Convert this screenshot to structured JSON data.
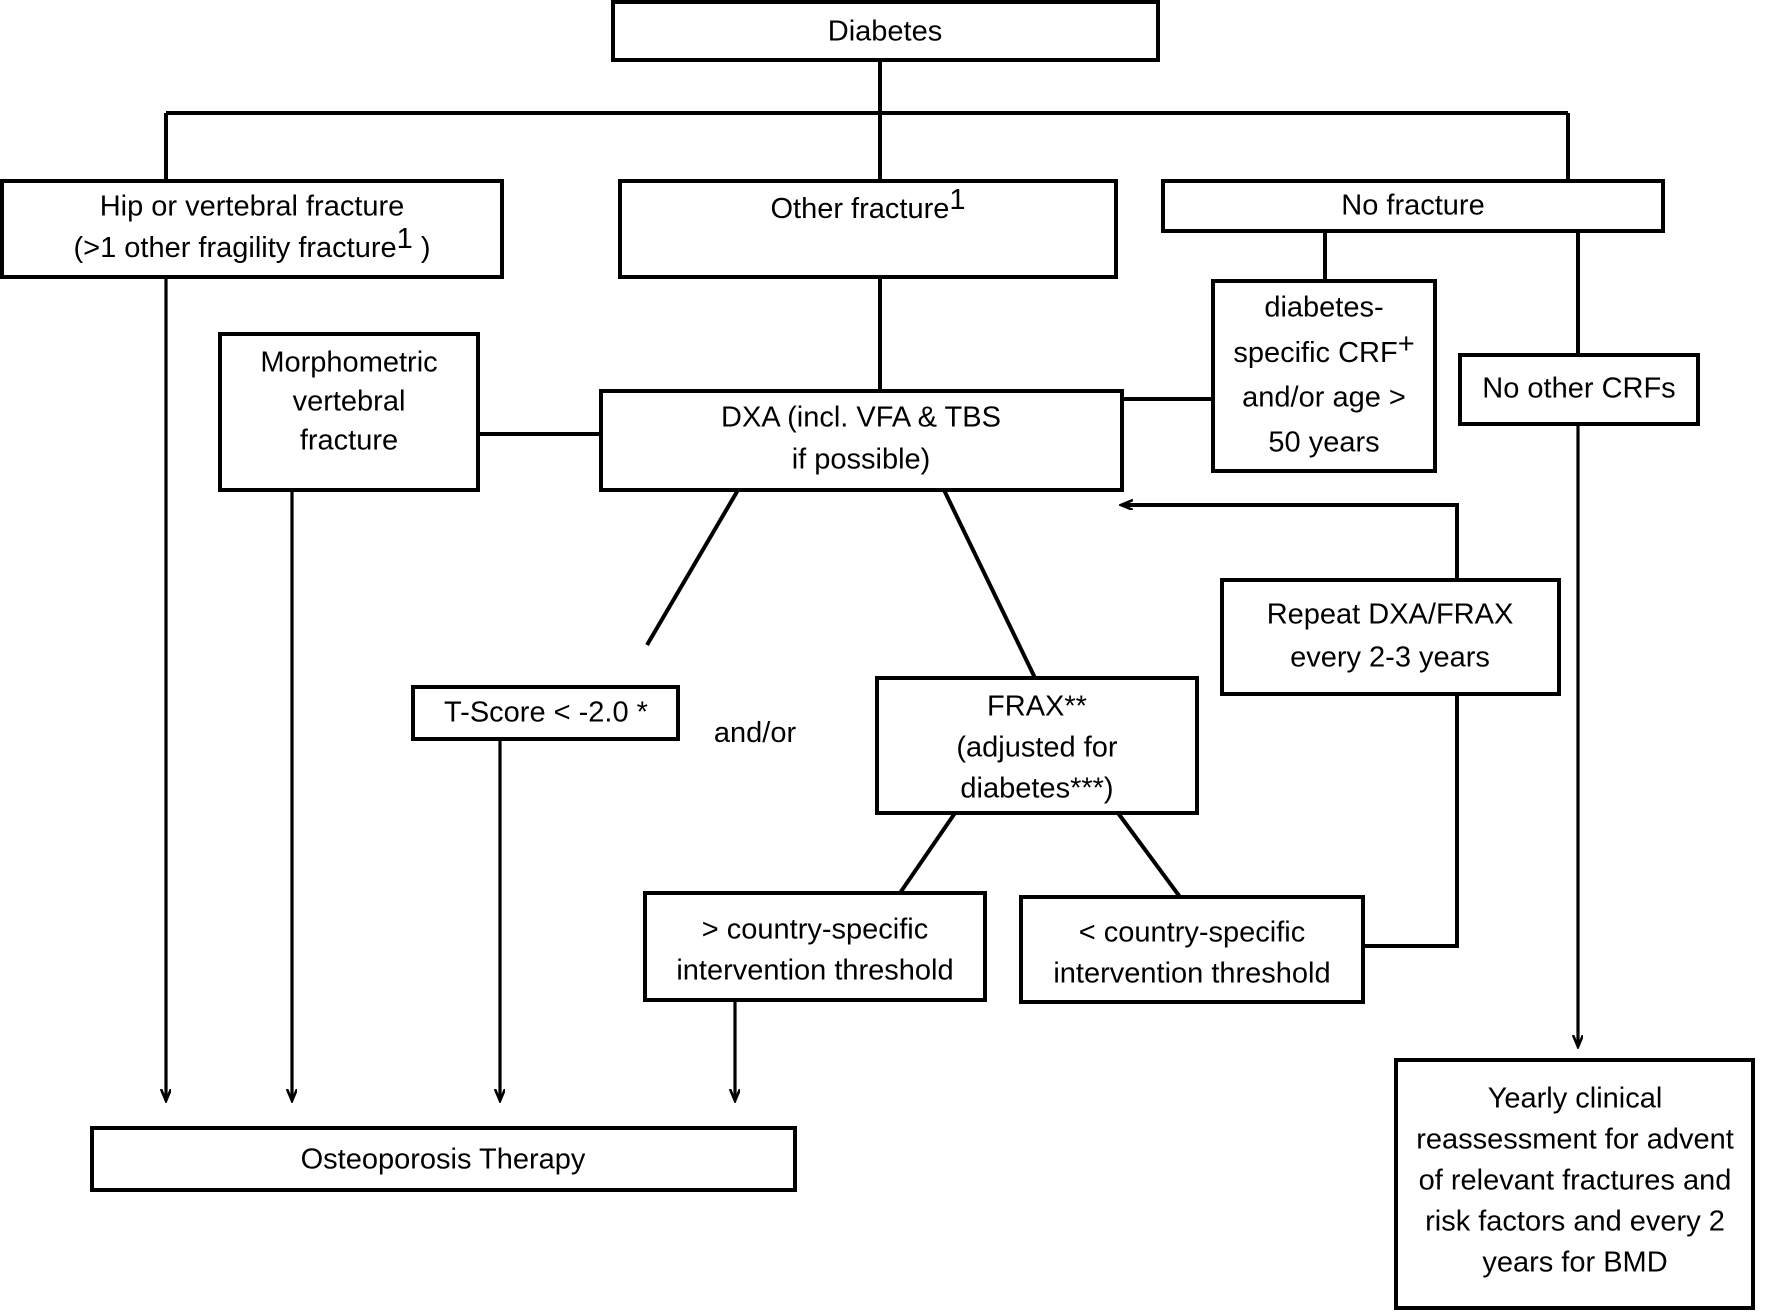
{
  "diagram": {
    "title": "Diabetes osteoporosis screening and management flowchart",
    "type": "flowchart",
    "background_color": "#ffffff",
    "line_color": "#000000",
    "text_color": "#000000",
    "nodes": {
      "diabetes": {
        "label": "Diabetes"
      },
      "hip_vertebral": {
        "line1": "Hip or vertebral fracture",
        "line2_a": "(>1 other fragility fracture",
        "line2_sup": "1",
        "line2_b": " )"
      },
      "other_fracture": {
        "label": "Other fracture",
        "sup": "1"
      },
      "no_fracture": {
        "label": "No fracture"
      },
      "diabetes_crf": {
        "line1": "diabetes-",
        "line2_a": "specific CRF",
        "line2_sup": "+",
        "line3": "and/or age >",
        "line4": "50 years"
      },
      "no_other_crfs": {
        "label": "No other CRFs"
      },
      "morphometric": {
        "line1": "Morphometric",
        "line2": "vertebral",
        "line3": "fracture"
      },
      "dxa": {
        "line1": "DXA (incl. VFA & TBS",
        "line2": "if possible)"
      },
      "repeat_dxa": {
        "line1": "Repeat DXA/FRAX",
        "line2": "every 2-3 years"
      },
      "tscore": {
        "label": "T-Score < -2.0 *"
      },
      "frax": {
        "line1": "FRAX**",
        "line2": "(adjusted for",
        "line3": "diabetes***)"
      },
      "above_threshold": {
        "line1": "> country-specific",
        "line2": "intervention threshold"
      },
      "below_threshold": {
        "line1": "< country-specific",
        "line2": "intervention threshold"
      },
      "therapy": {
        "label": "Osteoporosis Therapy"
      },
      "yearly_reassessment": {
        "line1": "Yearly clinical",
        "line2": "reassessment for advent",
        "line3": "of relevant fractures and",
        "line4": "risk factors and every 2",
        "line5": "years for BMD"
      }
    },
    "connector_labels": {
      "and_or": "and/or"
    }
  }
}
